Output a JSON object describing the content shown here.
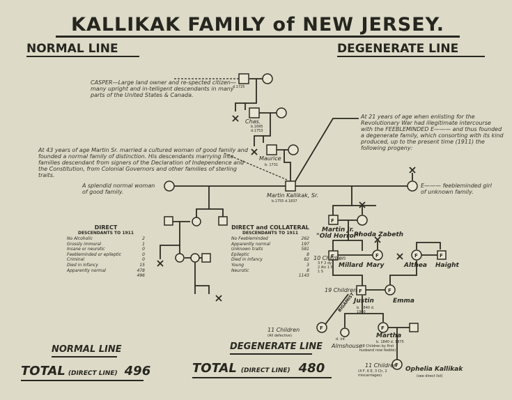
{
  "title": "KALLIKAK FAMILY of NEW JERSEY.",
  "left_heading": "NORMAL LINE",
  "right_heading": "DEGENERATE LINE",
  "notes": {
    "casper": "CASPER—Large land owner and re-spected citizen—many upright and in-telligent descendants in many parts of the United States & Canada.",
    "martin_marriage": "At 43 years of age Martin Sr. married a cultured woman of good family and founded a normal family of distinction. His descendants marrying into families descendant from signers of the Declaration of Independence and the Constitution, from Colonial Governors and other families of sterling traits.",
    "martin_revolution": "At 21 years of age when enlisting for the Revolutionary War had illegitimate intercourse with the FEEBLEMINDED E——— and thus founded a degenerate family, which consorting with its kind produced, up to the present time (1911) the following progeny:",
    "normal_woman": "A splendid normal woman of good family.",
    "feebleminded_girl": "E——— feebleminded girl of unknown family."
  },
  "people": {
    "casper": "CASPER",
    "casper_dates": "d.1725",
    "chas": "Chas.",
    "chas_dates": "b.1695 d.1753",
    "maurice": "Maurice",
    "maurice_dates": "b. 1731",
    "martin_sr": "Martin Kallikak, Sr.",
    "martin_sr_dates": "b.1755    d.1837",
    "martin_jr": "Martin Jr.",
    "old_horror": "\"Old Horror\"",
    "rhoda": "Rhoda Zabeth",
    "ten_children": "10 Children",
    "ten_children_detail": "3 F 2 dy 2 Alc 1 N 1 S",
    "millard": "Millard",
    "mary": "Mary",
    "althea": "Althea",
    "haight": "Haight",
    "nineteen_children": "19 Children",
    "justin": "Justin",
    "justin_dates": "b. 1840 d. 1900",
    "emma": "Emma",
    "eleven_children_a": "11 Children",
    "eleven_children_a_note": "(All defective)",
    "almshouse": "Almshouse",
    "almshouse_note": "d. inf.",
    "martha": "Martha",
    "martha_dates": "b. 1840 d. 1875",
    "martha_note": "(8 Children by first husband now feeble)",
    "eleven_children_b": "11 Children",
    "eleven_children_b_note": "(4 F, 6 E, 3 Ch, 2 miscarriages)",
    "ophelia": "Ophelia Kallikak",
    "ophelia_note": "(see direct list)",
    "f_letter": "F"
  },
  "direct_table": {
    "title": "DIRECT",
    "subtitle": "DESCENDANTS TO 1911",
    "rows": [
      {
        "label": "No Alcoholic",
        "value": "2"
      },
      {
        "label": "Grossly immoral",
        "value": "1"
      },
      {
        "label": "Insane or neurotic",
        "value": "0"
      },
      {
        "label": "Feebleminded or epileptic",
        "value": "0"
      },
      {
        "label": "Criminal",
        "value": "0"
      },
      {
        "label": "Died in infancy",
        "value": "15"
      },
      {
        "label": "Apparently normal",
        "value": "478"
      }
    ],
    "sum": "496"
  },
  "collateral_table": {
    "title": "DIRECT and COLLATERAL",
    "subtitle": "DESCENDANTS TO 1911",
    "rows": [
      {
        "label": "No Feebleminded",
        "value": "262"
      },
      {
        "label": "Apparently normal",
        "value": "197"
      },
      {
        "label": "Unknown traits",
        "value": "581"
      },
      {
        "label": "Epileptic",
        "value": "8"
      },
      {
        "label": "Died in infancy",
        "value": "82"
      },
      {
        "label": "Young",
        "value": "3"
      },
      {
        "label": "Neurotic",
        "value": "8"
      }
    ],
    "sum": "1143"
  },
  "footer": {
    "normal_label": "NORMAL LINE",
    "degenerate_label": "DEGENERATE LINE",
    "total_word": "TOTAL",
    "direct_line": "(DIRECT LINE)",
    "normal_total": "496",
    "degenerate_total": "480"
  },
  "edge_labels": {
    "bigamist": "BIGAMIST"
  }
}
